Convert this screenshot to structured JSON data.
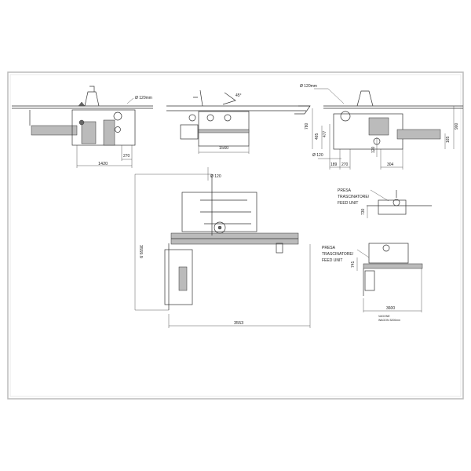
{
  "drawing": {
    "front_view": {
      "blade_label": "Ø 120mm",
      "width_dim": "1420",
      "offset_dim": "270"
    },
    "side_view": {
      "length_dim": "1560",
      "angle_label": "45°"
    },
    "rear_view": {
      "blade_label": "Ø 120mm",
      "dims": {
        "height_total": "780",
        "height_a": "465",
        "height_b": "477",
        "vert_120": "120",
        "horiz_120": "Ø 120",
        "d189": "189",
        "d270": "270",
        "d304": "304",
        "d900": "900",
        "d165": "165"
      }
    },
    "plan_view": {
      "top_dim": "Ø 120",
      "depth_dim": "3559.9",
      "width_dim": "3553"
    },
    "feed_unit_top": {
      "label_1": "PRESA",
      "label_2": "TRASCINATORE/",
      "label_3": "FEED UNIT",
      "dim": "730"
    },
    "feed_unit_plan": {
      "label_1": "PRESA",
      "label_2": "TRASCINATORE/",
      "label_3": "FEED UNIT",
      "dim": "741",
      "width_dim": "3600",
      "wagon_label_1": "VAGONE",
      "wagon_label_2": "WAGON 3200mm"
    }
  }
}
